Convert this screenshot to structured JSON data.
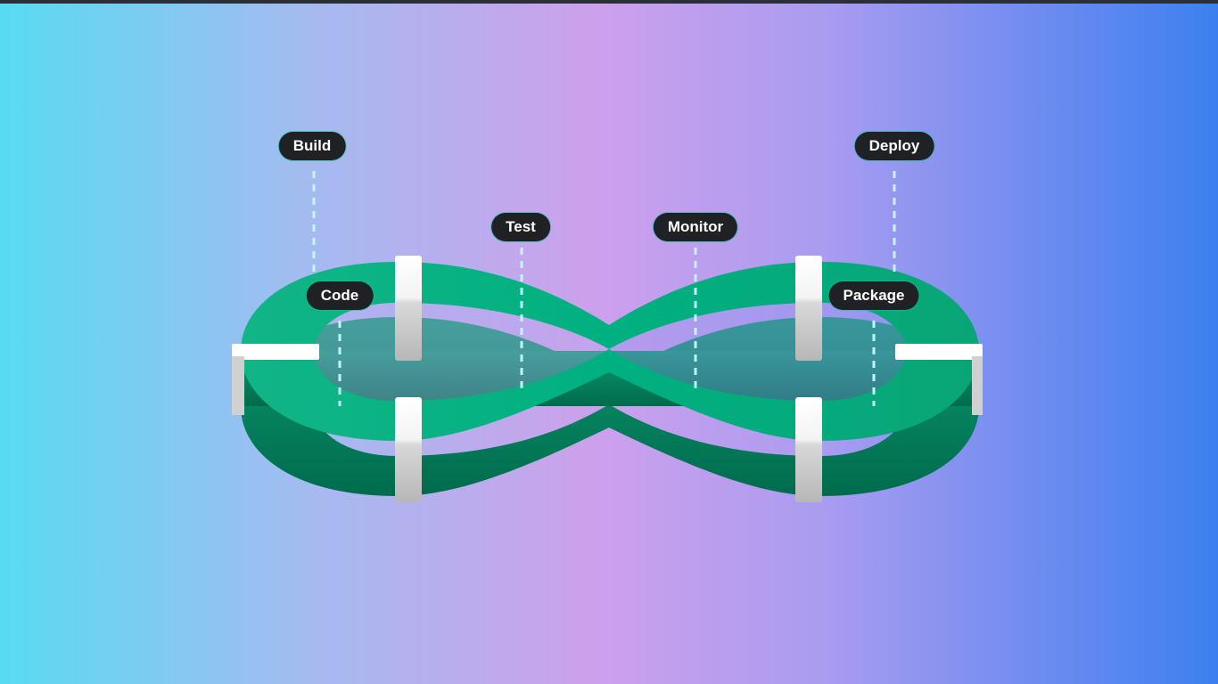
{
  "diagram": {
    "stages": [
      {
        "id": "build",
        "label": "Build"
      },
      {
        "id": "code",
        "label": "Code"
      },
      {
        "id": "test",
        "label": "Test"
      },
      {
        "id": "monitor",
        "label": "Monitor"
      },
      {
        "id": "deploy",
        "label": "Deploy"
      },
      {
        "id": "package",
        "label": "Package"
      }
    ],
    "colors": {
      "loop_top": "#00b383",
      "loop_side": "#007a58",
      "pill_bg": "#1f2124",
      "pill_text": "#ffffff",
      "connector": "#bff6ff",
      "band": "#ffffff"
    }
  }
}
